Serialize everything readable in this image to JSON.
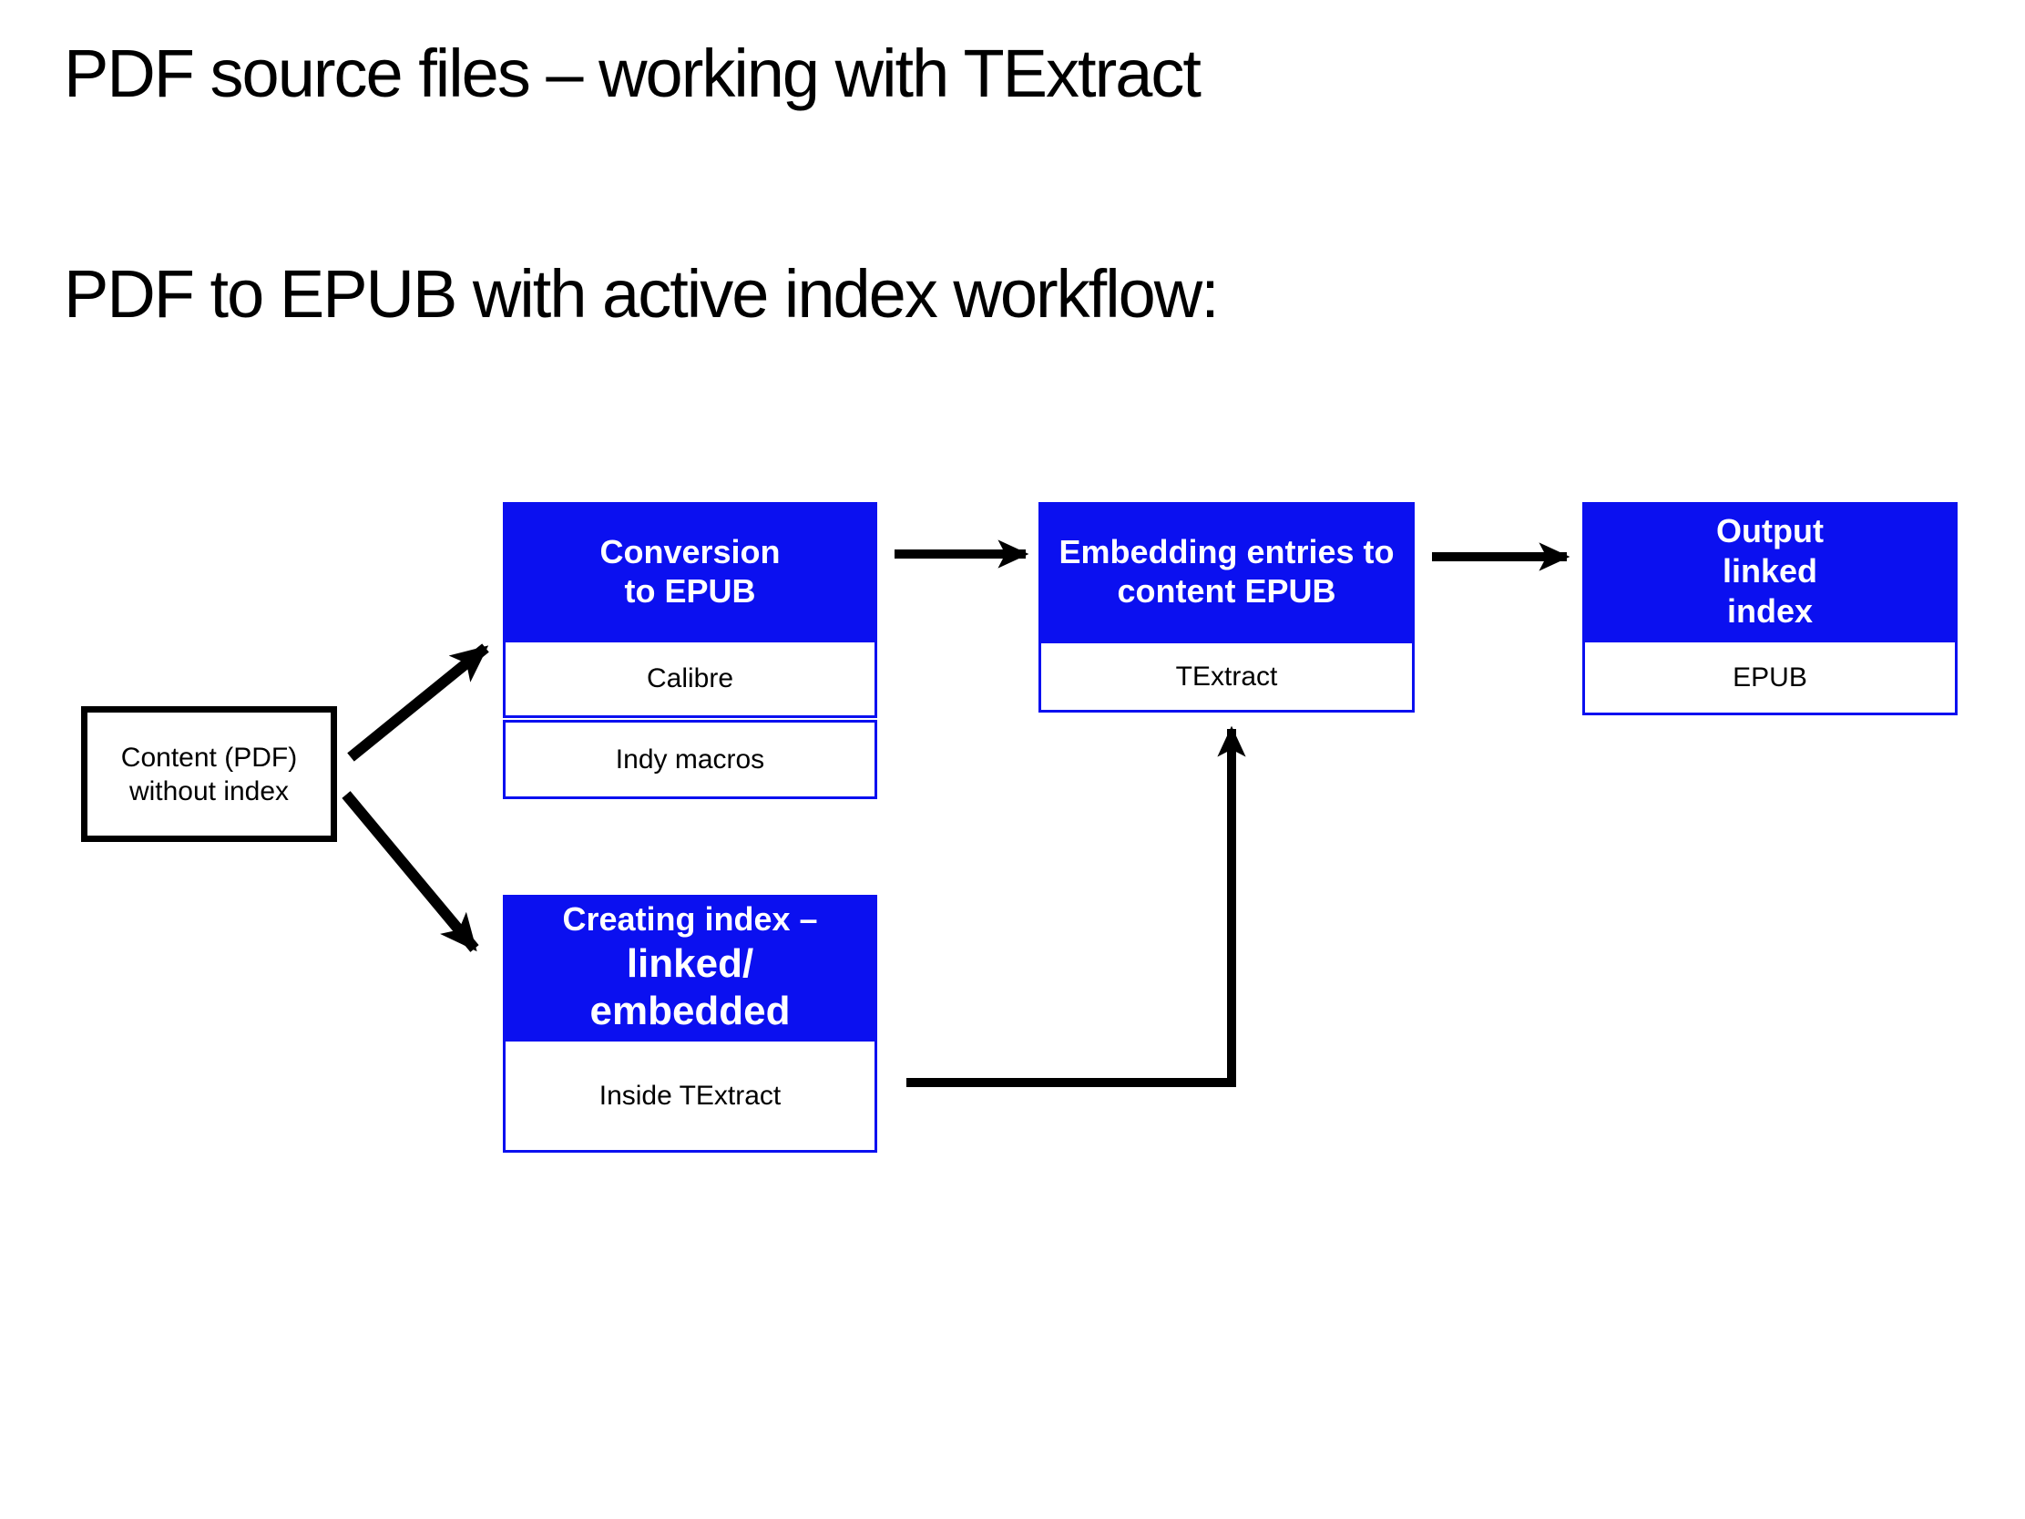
{
  "slide": {
    "title": "PDF source files – working with TExtract",
    "subtitle": "PDF to EPUB with active index workflow:"
  },
  "colors": {
    "box_blue": "#0b10f0",
    "text_on_blue": "#ffffff",
    "text_black": "#000000",
    "arrow_black": "#000000"
  },
  "diagram": {
    "content_box": {
      "line1": "Content (PDF)",
      "line2": "without index"
    },
    "conversion_box": {
      "header_line1": "Conversion",
      "header_line2": "to EPUB",
      "row1": "Calibre",
      "row2": "Indy macros"
    },
    "creating_box": {
      "header_line1": "Creating index –",
      "header_line2": "linked/",
      "header_line3": "embedded",
      "row1": "Inside TExtract"
    },
    "embedding_box": {
      "header_line1": "Embedding entries to",
      "header_line2": "content EPUB",
      "row1": "TExtract"
    },
    "output_box": {
      "header_line1": "Output",
      "header_line2": "linked",
      "header_line3": "index",
      "row1": "EPUB"
    },
    "connections": [
      {
        "from": "content_box",
        "to": "conversion_box",
        "style": "diagonal-up-arrow"
      },
      {
        "from": "content_box",
        "to": "creating_box",
        "style": "diagonal-down-arrow"
      },
      {
        "from": "conversion_box",
        "to": "embedding_box",
        "style": "horizontal-arrow"
      },
      {
        "from": "embedding_box",
        "to": "output_box",
        "style": "horizontal-arrow"
      },
      {
        "from": "creating_box",
        "to": "embedding_box",
        "style": "elbow-up-arrow"
      }
    ]
  }
}
